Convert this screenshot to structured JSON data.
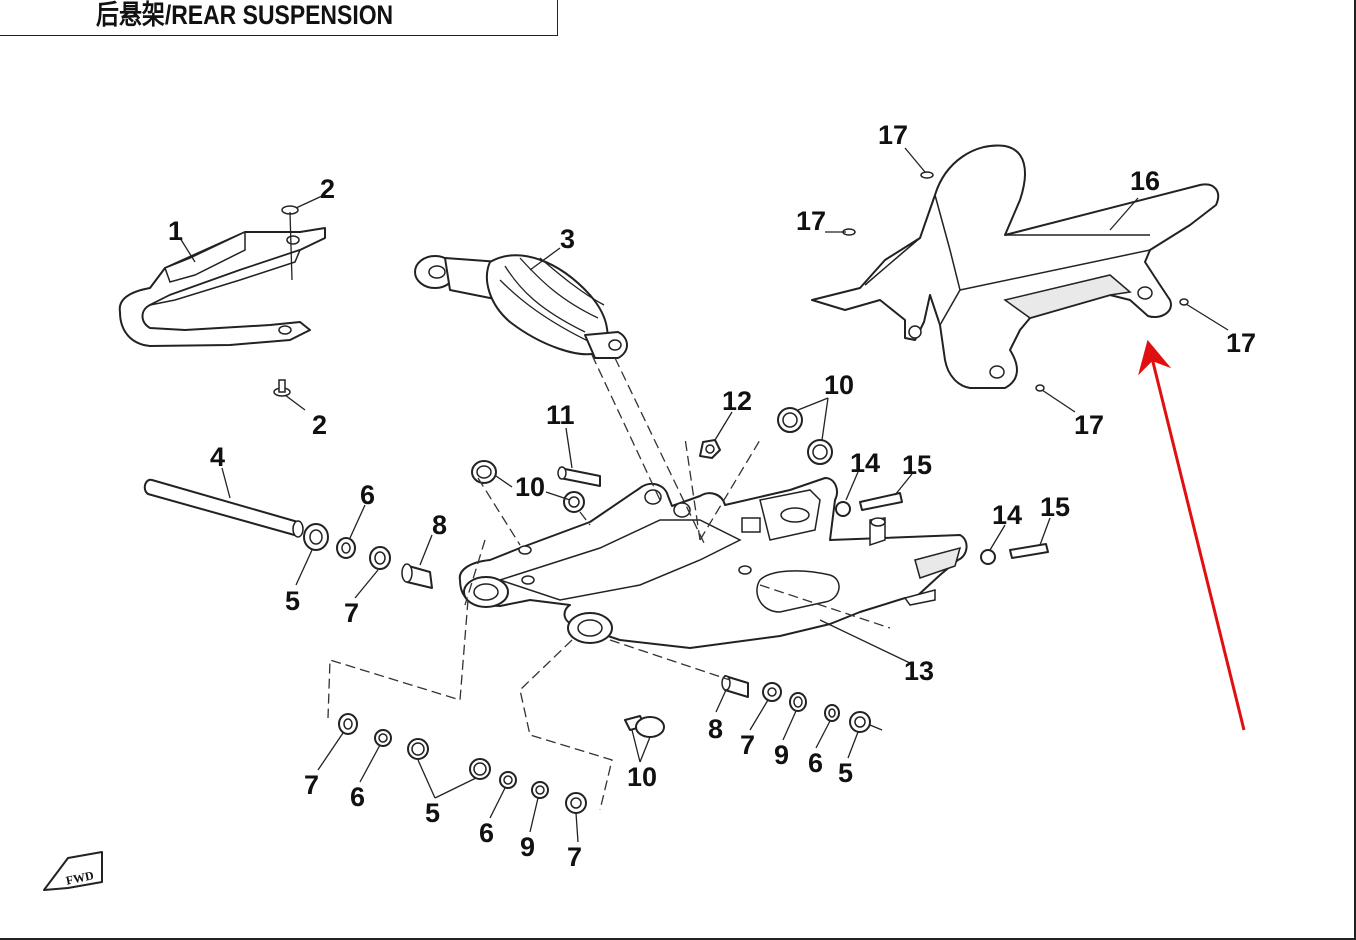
{
  "title": "后悬架/REAR SUSPENSION",
  "fwd_label": "FWD",
  "colors": {
    "line": "#222222",
    "arrow": "#e01010",
    "background": "#ffffff"
  },
  "callouts": [
    {
      "id": "c1",
      "text": "1"
    },
    {
      "id": "c2a",
      "text": "2"
    },
    {
      "id": "c2b",
      "text": "2"
    },
    {
      "id": "c3",
      "text": "3"
    },
    {
      "id": "c4",
      "text": "4"
    },
    {
      "id": "c5a",
      "text": "5"
    },
    {
      "id": "c5b",
      "text": "5"
    },
    {
      "id": "c5c",
      "text": "5"
    },
    {
      "id": "c6a",
      "text": "6"
    },
    {
      "id": "c6b",
      "text": "6"
    },
    {
      "id": "c6c",
      "text": "6"
    },
    {
      "id": "c6d",
      "text": "6"
    },
    {
      "id": "c7a",
      "text": "7"
    },
    {
      "id": "c7b",
      "text": "7"
    },
    {
      "id": "c7c",
      "text": "7"
    },
    {
      "id": "c7d",
      "text": "7"
    },
    {
      "id": "c8a",
      "text": "8"
    },
    {
      "id": "c8b",
      "text": "8"
    },
    {
      "id": "c9a",
      "text": "9"
    },
    {
      "id": "c9b",
      "text": "9"
    },
    {
      "id": "c10a",
      "text": "10"
    },
    {
      "id": "c10b",
      "text": "10"
    },
    {
      "id": "c10c",
      "text": "10"
    },
    {
      "id": "c11",
      "text": "11"
    },
    {
      "id": "c12",
      "text": "12"
    },
    {
      "id": "c13",
      "text": "13"
    },
    {
      "id": "c14a",
      "text": "14"
    },
    {
      "id": "c14b",
      "text": "14"
    },
    {
      "id": "c15a",
      "text": "15"
    },
    {
      "id": "c15b",
      "text": "15"
    },
    {
      "id": "c16",
      "text": "16"
    },
    {
      "id": "c17a",
      "text": "17"
    },
    {
      "id": "c17b",
      "text": "17"
    },
    {
      "id": "c17c",
      "text": "17"
    },
    {
      "id": "c17d",
      "text": "17"
    }
  ]
}
